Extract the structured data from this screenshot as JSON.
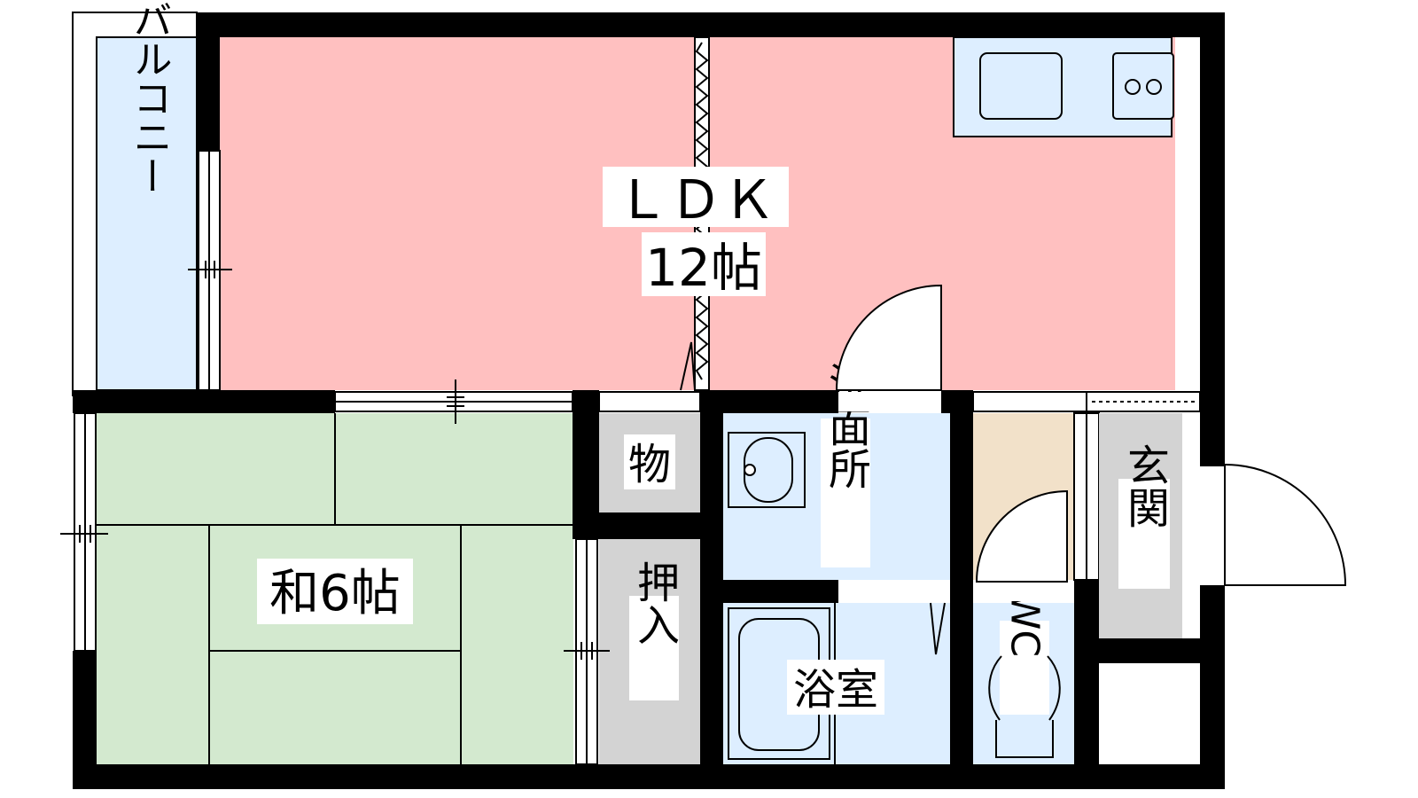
{
  "floorplan": {
    "colors": {
      "wall": "#000000",
      "ldk": "#ffc0c0",
      "washitsu": "#d3e9cf",
      "wet_area": "#ddeeff",
      "storage": "#d3d3d3",
      "beige": "#f2e1c9",
      "balcony": "#ddeeff"
    },
    "rooms": {
      "ldk": {
        "name": "ＬＤＫ",
        "size": "12帖"
      },
      "washitsu": {
        "name": "和6帖"
      },
      "balcony": {
        "name": "バルコニー"
      },
      "storage": {
        "name": "物"
      },
      "closet": {
        "name": "押入"
      },
      "washroom": {
        "name": "洗面所"
      },
      "bath": {
        "name": "浴室"
      },
      "toilet": {
        "name": "WC"
      },
      "entrance": {
        "name": "玄関"
      }
    }
  }
}
